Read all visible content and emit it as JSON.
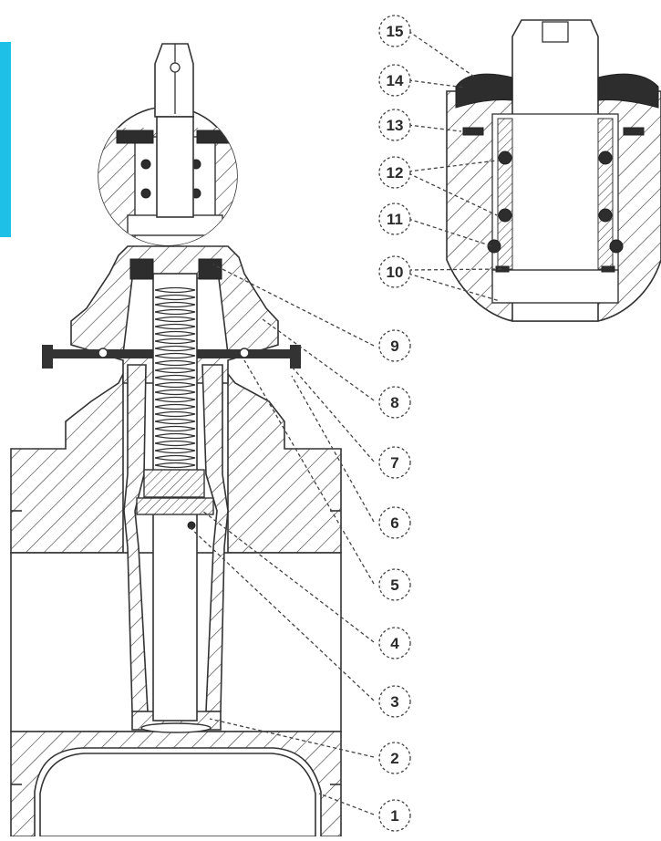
{
  "accent": {
    "side_bar": "#1fc0e8"
  },
  "callouts": [
    {
      "id": "c15",
      "label": "15"
    },
    {
      "id": "c14",
      "label": "14"
    },
    {
      "id": "c13",
      "label": "13"
    },
    {
      "id": "c12",
      "label": "12"
    },
    {
      "id": "c11",
      "label": "11"
    },
    {
      "id": "c10",
      "label": "10"
    },
    {
      "id": "c9",
      "label": "9"
    },
    {
      "id": "c8",
      "label": "8"
    },
    {
      "id": "c7",
      "label": "7"
    },
    {
      "id": "c6",
      "label": "6"
    },
    {
      "id": "c5",
      "label": "5"
    },
    {
      "id": "c4",
      "label": "4"
    },
    {
      "id": "c3",
      "label": "3"
    },
    {
      "id": "c2",
      "label": "2"
    },
    {
      "id": "c1",
      "label": "1"
    }
  ]
}
